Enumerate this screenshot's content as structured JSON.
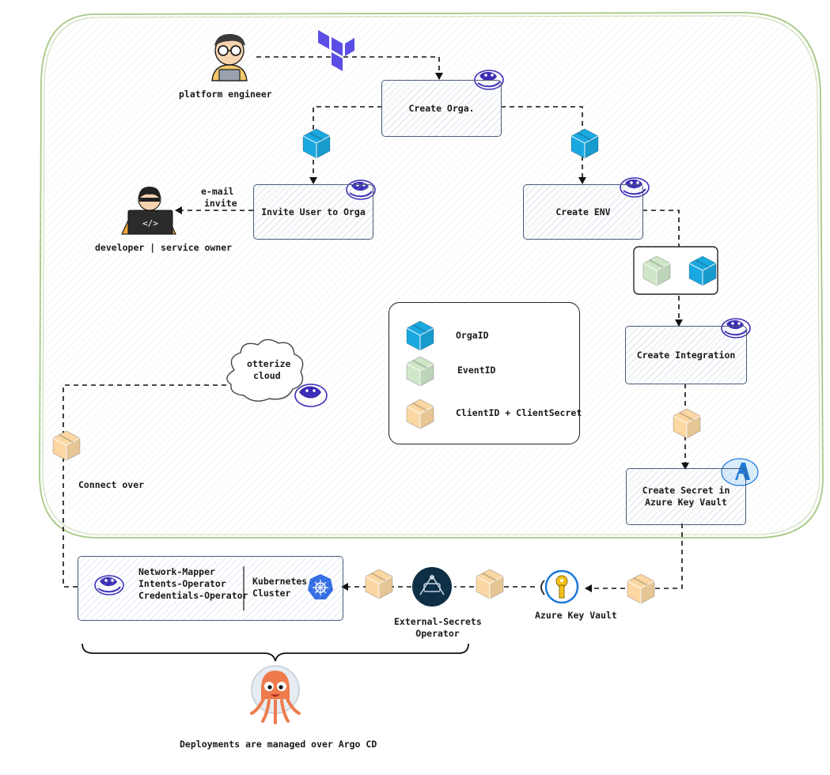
{
  "colors": {
    "region_border": "#a6c985",
    "box_border": "#4a5a78",
    "cube_blue": "#1aa8e0",
    "cube_green": "#cfe6c9",
    "cube_orange": "#fbd7a3",
    "terraform": "#5c4ee5",
    "otterize": "#3b2db5",
    "argo": "#ef7b4d",
    "azure": "#1e78d7",
    "key_yellow": "#f4c21b",
    "eso": "#0f2f47"
  },
  "nodes": {
    "platform_engineer": "platform engineer",
    "developer": "developer | service owner",
    "email_invite_line1": "e-mail",
    "email_invite_line2": "invite",
    "create_orga": "Create Orga.",
    "invite_user": "Invite User to Orga",
    "create_env": "Create ENV",
    "create_integration": "Create Integration",
    "create_secret_line1": "Create Secret in",
    "create_secret_line2": "Azure Key Vault",
    "otterize_cloud_line1": "otterize",
    "otterize_cloud_line2": "cloud",
    "connect_over": "Connect over",
    "azure_key_vault": "Azure Key Vault",
    "eso_line1": "External-Secrets",
    "eso_line2": "Operator",
    "cluster_ops": [
      "Network-Mapper",
      "Intents-Operator",
      "Credentials-Operator"
    ],
    "k8s_line1": "Kubernetes",
    "k8s_line2": "Cluster",
    "argo_caption": "Deployments are managed over Argo CD"
  },
  "legend": [
    {
      "icon": "blue-cube-icon",
      "label": "OrgaID"
    },
    {
      "icon": "green-cube-icon",
      "label": "EventID"
    },
    {
      "icon": "orange-cube-icon",
      "label": "ClientID + ClientSecret"
    }
  ]
}
